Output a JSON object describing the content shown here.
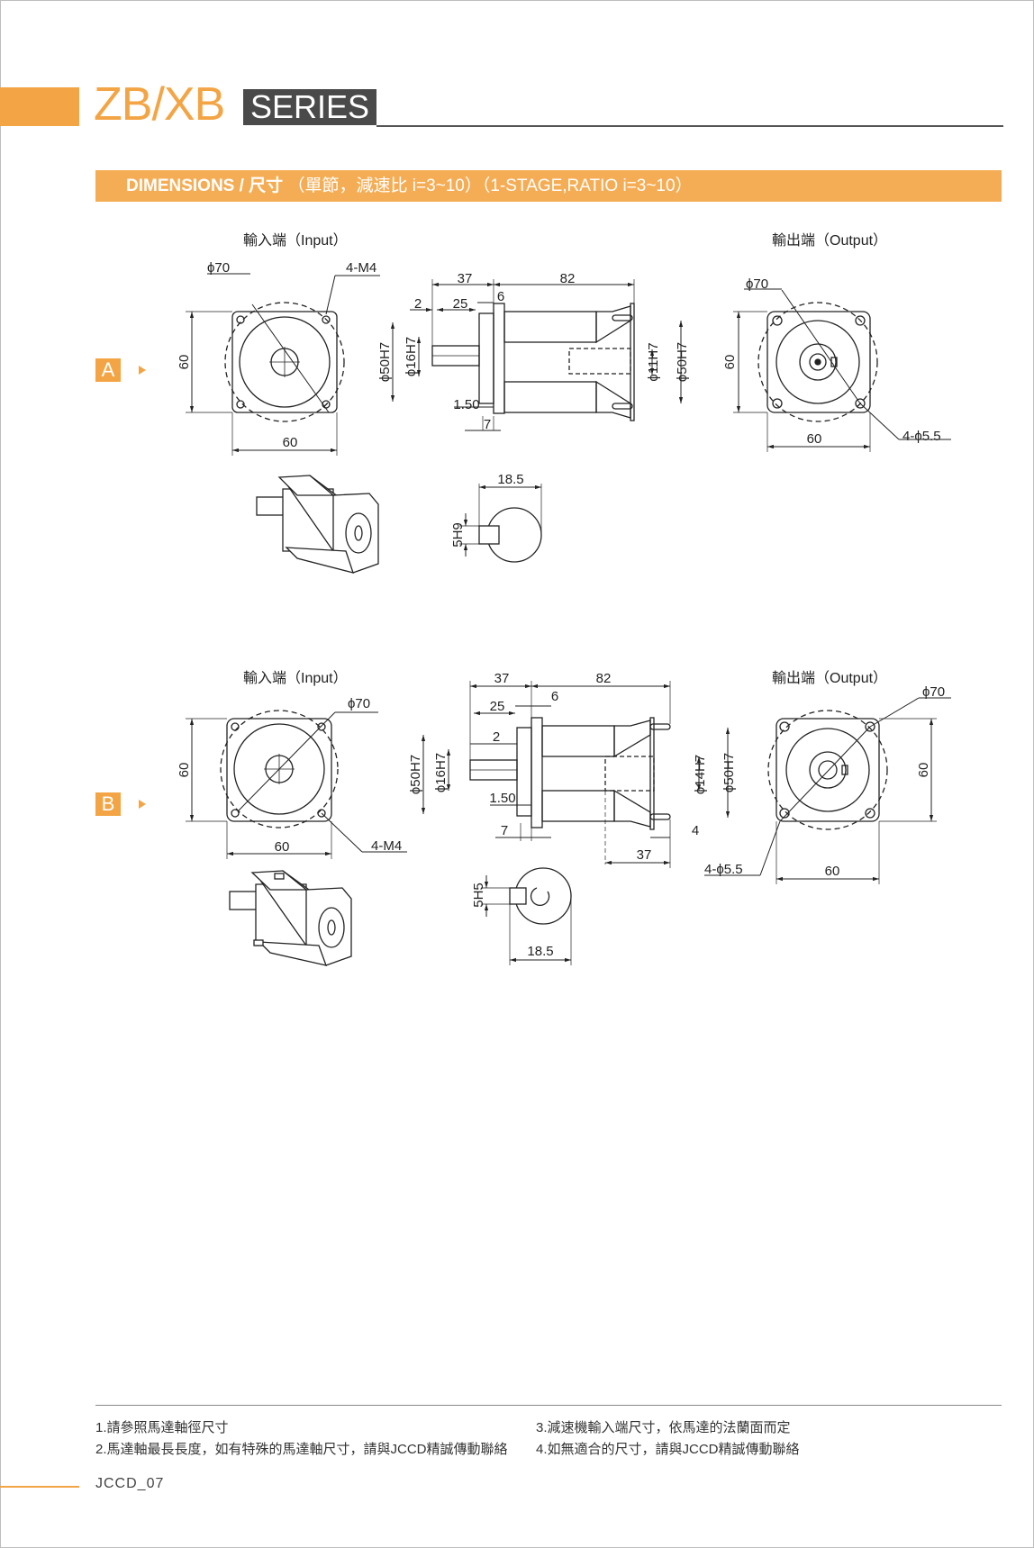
{
  "header": {
    "brand": "ZB/XB",
    "series": "SERIES"
  },
  "dimensions_band": {
    "bold": "DIMENSIONS / 尺寸",
    "rest": "（單節，減速比 i=3~10）（1-STAGE,RATIO i=3~10）"
  },
  "sectionA": {
    "letter": "A",
    "input_title": "輸入端（Input）",
    "output_title": "輸出端（Output）",
    "labels": {
      "phi70_in": "ϕ70",
      "m4": "4-M4",
      "h60": "60",
      "w60": "60",
      "d37": "37",
      "d82": "82",
      "d2": "2",
      "d25": "25",
      "d6": "6",
      "d150": "1.50",
      "d7": "7",
      "phi50h7_l": "ϕ50H7",
      "phi16h7": "ϕ16H7",
      "phi11h7": "ϕ11H7",
      "phi50h7_r": "ϕ50H7",
      "phi70_out": "ϕ70",
      "out_h60": "60",
      "out_w60": "60",
      "hole55": "4-ϕ5.5",
      "key185": "18.5",
      "key5h9": "5H9"
    }
  },
  "sectionB": {
    "letter": "B",
    "input_title": "輸入端（Input）",
    "output_title": "輸出端（Output）",
    "labels": {
      "phi70_in": "ϕ70",
      "m4": "4-M4",
      "h60": "60",
      "w60": "60",
      "d37": "37",
      "d82": "82",
      "d25": "25",
      "d6": "6",
      "d2": "2",
      "d150": "1.50",
      "d7": "7",
      "d4": "4",
      "d37b": "37",
      "phi50h7_l": "ϕ50H7",
      "phi16h7": "ϕ16H7",
      "phi14h7": "ϕ14H7",
      "phi50h7_r": "ϕ50H7",
      "phi70_out": "ϕ70",
      "out_h60": "60",
      "out_w60": "60",
      "hole55": "4-ϕ5.5",
      "key185": "18.5",
      "key5h5": "5H5"
    }
  },
  "notes": {
    "n1": "1.請參照馬達軸徑尺寸",
    "n2": "2.馬達軸最長長度，如有特殊的馬達軸尺寸，請與JCCD精誠傳動聯絡",
    "n3": "3.減速機輸入端尺寸，依馬達的法蘭面而定",
    "n4": "4.如無適合的尺寸，請與JCCD精誠傳動聯絡"
  },
  "page_number": "JCCD_07",
  "colors": {
    "accent": "#f3a545",
    "band": "#f5ad55",
    "dark": "#4a4a4a"
  }
}
